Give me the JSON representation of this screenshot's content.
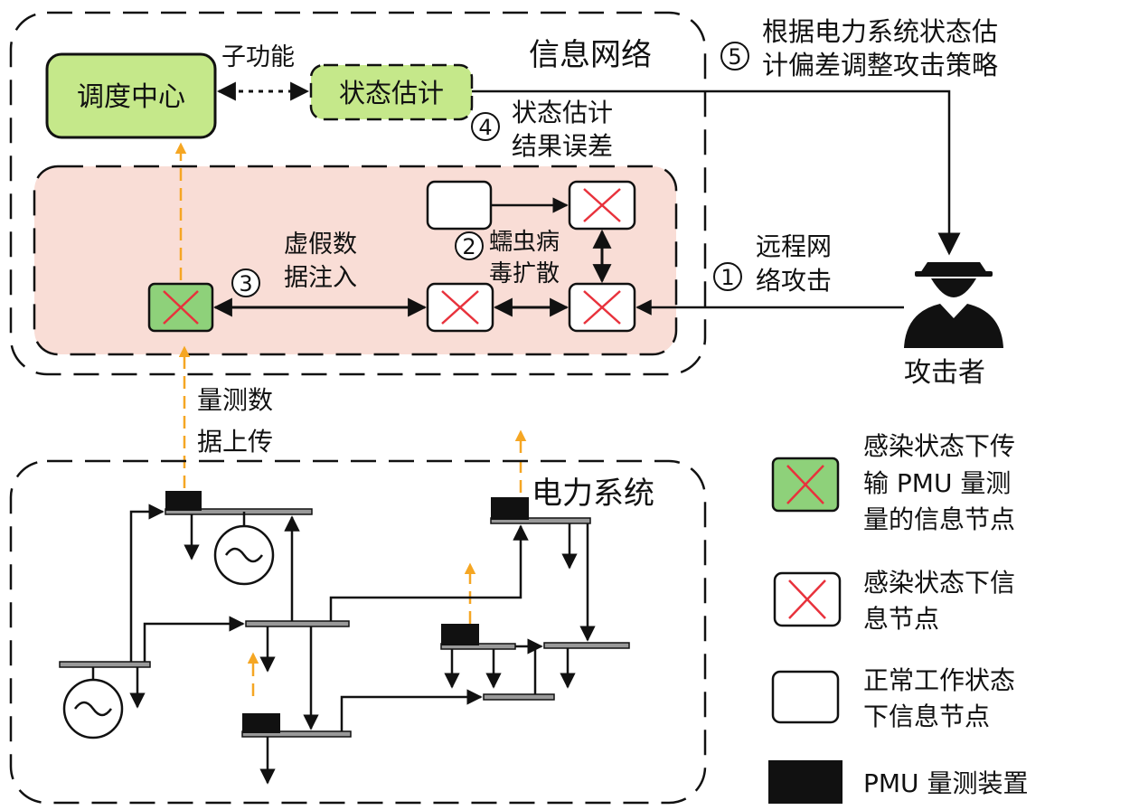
{
  "network": {
    "title": "信息网络",
    "dispatch_center": "调度中心",
    "state_estimation": "状态估计",
    "subfunction": "子功能"
  },
  "power_system": {
    "title": "电力系统"
  },
  "attacker": {
    "label": "攻击者"
  },
  "steps": {
    "s1": {
      "num": "1",
      "line1": "远程网",
      "line2": "络攻击"
    },
    "s2": {
      "num": "2",
      "line1": "蠕虫病",
      "line2": "毒扩散"
    },
    "s3": {
      "num": "3",
      "line1": "虚假数",
      "line2": "据注入"
    },
    "s4": {
      "num": "4",
      "line1": "状态估计",
      "line2": "结果误差"
    },
    "s5": {
      "num": "5",
      "line1": "根据电力系统状态估",
      "line2": "计偏差调整攻击策略"
    }
  },
  "upload": {
    "line1": "量测数",
    "line2": "据上传"
  },
  "legend": {
    "green_infected": [
      "感染状态下传",
      "输 PMU 量测",
      "量的信息节点"
    ],
    "infected": [
      "感染状态下信",
      "息节点"
    ],
    "normal": [
      "正常工作状态",
      "下信息节点"
    ],
    "pmu": "PMU 量测装置"
  },
  "colors": {
    "green_fill": "#c5e88a",
    "green_node": "#8ed17a",
    "pink_zone": "#f9ddd6",
    "orange_arrow": "#f5a623",
    "red_cross": "#e8323c"
  }
}
